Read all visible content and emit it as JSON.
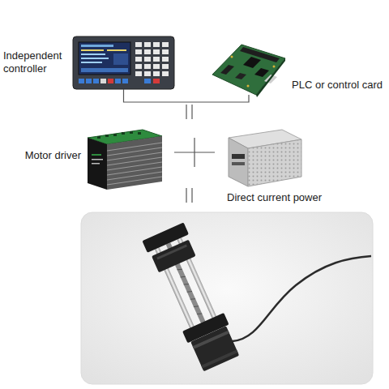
{
  "diagram": {
    "nodes": [
      {
        "text": [
          "Independent controller"
        ]
      },
      {
        "text": [
          "PLC or control card"
        ]
      },
      {
        "text": [
          "Motor driver"
        ]
      },
      {
        "text": [
          "Direct current power"
        ]
      }
    ],
    "edges": [
      {
        "from": 0,
        "to": 1,
        "arrow": "none"
      }
    ]
  }
}
